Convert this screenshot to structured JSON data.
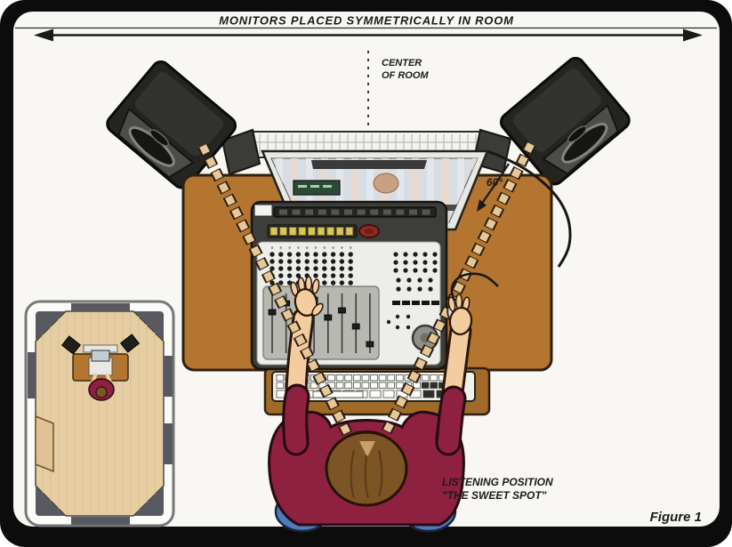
{
  "figure": {
    "title": "MONITORS PLACED SYMMETRICALLY IN ROOM",
    "caption": "Figure 1"
  },
  "annotations": {
    "center_of_room_line1": "CENTER",
    "center_of_room_line2": "OF ROOM",
    "speaker_angle": "60°",
    "listening_position_line1": "LISTENING POSITION",
    "listening_position_line2": "\"THE SWEET SPOT\""
  },
  "colors": {
    "frame": "#0c0c0c",
    "canvas": "#f8f7f3",
    "desk": "#b3752f",
    "sound_path_dash": "#e6c79a",
    "sound_path_outline": "#2b1c0c",
    "speaker_cabinet": "#242422",
    "listener_shirt": "#8e2140",
    "skin": "#f3cda0",
    "hair": "#7c5426",
    "jeans": "#4f7cb8",
    "room_floor": "#e7cda2",
    "acoustic_panel": "#595961",
    "annotation_text": "#1a1a1a"
  }
}
